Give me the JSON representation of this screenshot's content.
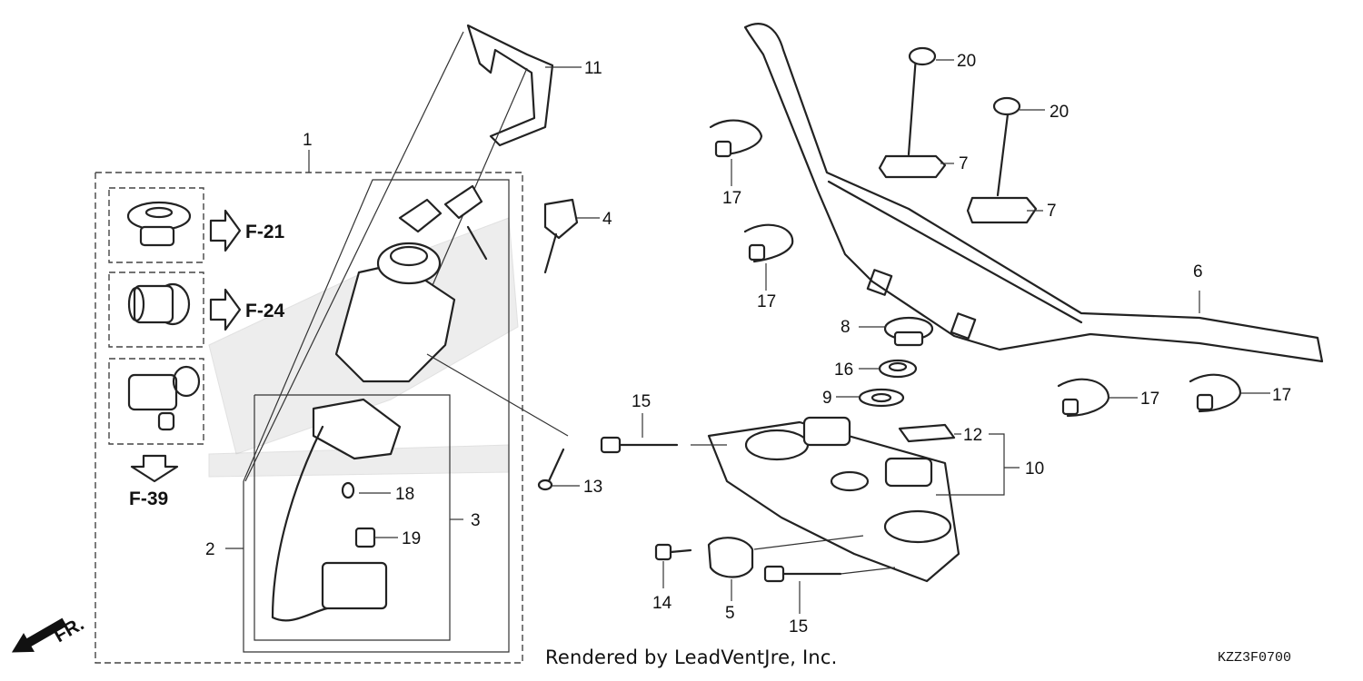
{
  "labels": {
    "c1": "1",
    "c2": "2",
    "c3": "3",
    "c4": "4",
    "c5": "5",
    "c6": "6",
    "c7a": "7",
    "c7b": "7",
    "c8": "8",
    "c9": "9",
    "c10": "10",
    "c11": "11",
    "c12": "12",
    "c13": "13",
    "c14": "14",
    "c15a": "15",
    "c15b": "15",
    "c16": "16",
    "c17a": "17",
    "c17b": "17",
    "c17c": "17",
    "c17d": "17",
    "c18": "18",
    "c19": "19",
    "c20a": "20",
    "c20b": "20"
  },
  "refs": {
    "f21": "F-21",
    "f24": "F-24",
    "f39": "F-39"
  },
  "direction": "FR.",
  "footer": {
    "credit": "Rendered by LeadVentJre, Inc.",
    "code": "KZZ3F0700"
  }
}
